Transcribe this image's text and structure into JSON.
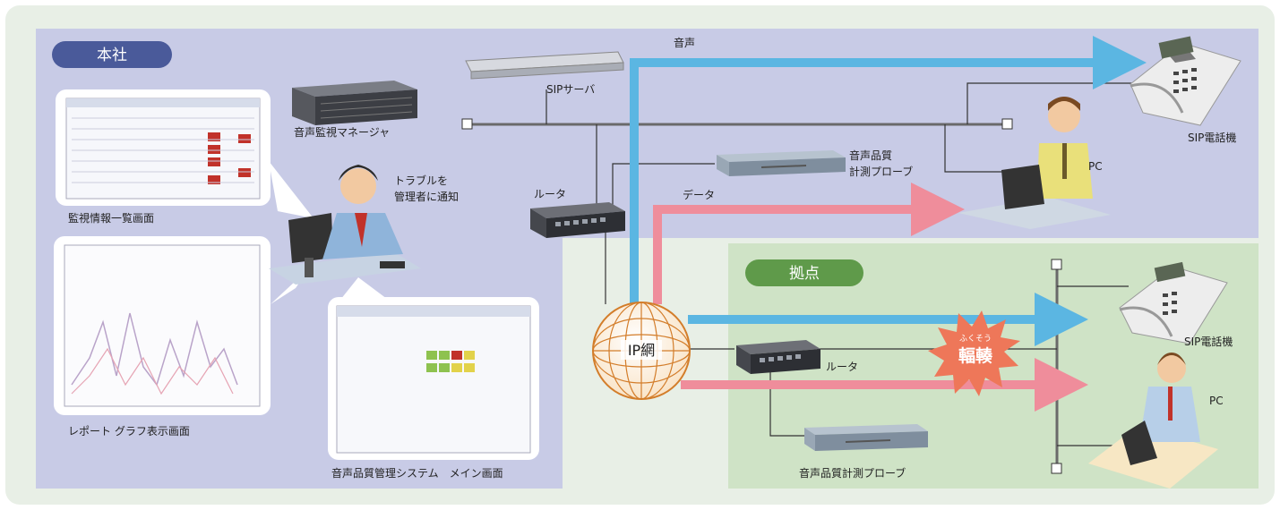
{
  "regions": {
    "head_office": "本社",
    "branch": "拠点"
  },
  "labels": {
    "voice": "音声",
    "data": "データ",
    "sip_server": "SIPサーバ",
    "voice_monitor_manager": "音声監視マネージャ",
    "router_top": "ルータ",
    "router_branch": "ルータ",
    "probe_top_line1": "音声品質",
    "probe_top_line2": "計測プローブ",
    "probe_branch": "音声品質計測プローブ",
    "sip_phone_top": "SIP電話機",
    "sip_phone_branch": "SIP電話機",
    "pc_top": "PC",
    "pc_branch": "PC",
    "ip_network": "IP網",
    "trouble_line1": "トラブルを",
    "trouble_line2": "管理者に通知",
    "screen_monitor_list": "監視情報一覧画面",
    "screen_report_graph": "レポート グラフ表示画面",
    "screen_main": "音声品質管理システム　メイン画面",
    "congestion": "輻輳",
    "congestion_ruby": "ふくそう"
  },
  "colors": {
    "outer_bg": "#e8efe6",
    "head_office_bg": "#c8cbe6",
    "branch_bg": "#cfe3c6",
    "pill_head": "#4a5a9a",
    "pill_branch": "#5f9a4a",
    "voice_line": "#5bb6e2",
    "data_line": "#ef8d9b",
    "lan_line": "#6a6a6a",
    "burst": "#ee7759"
  }
}
